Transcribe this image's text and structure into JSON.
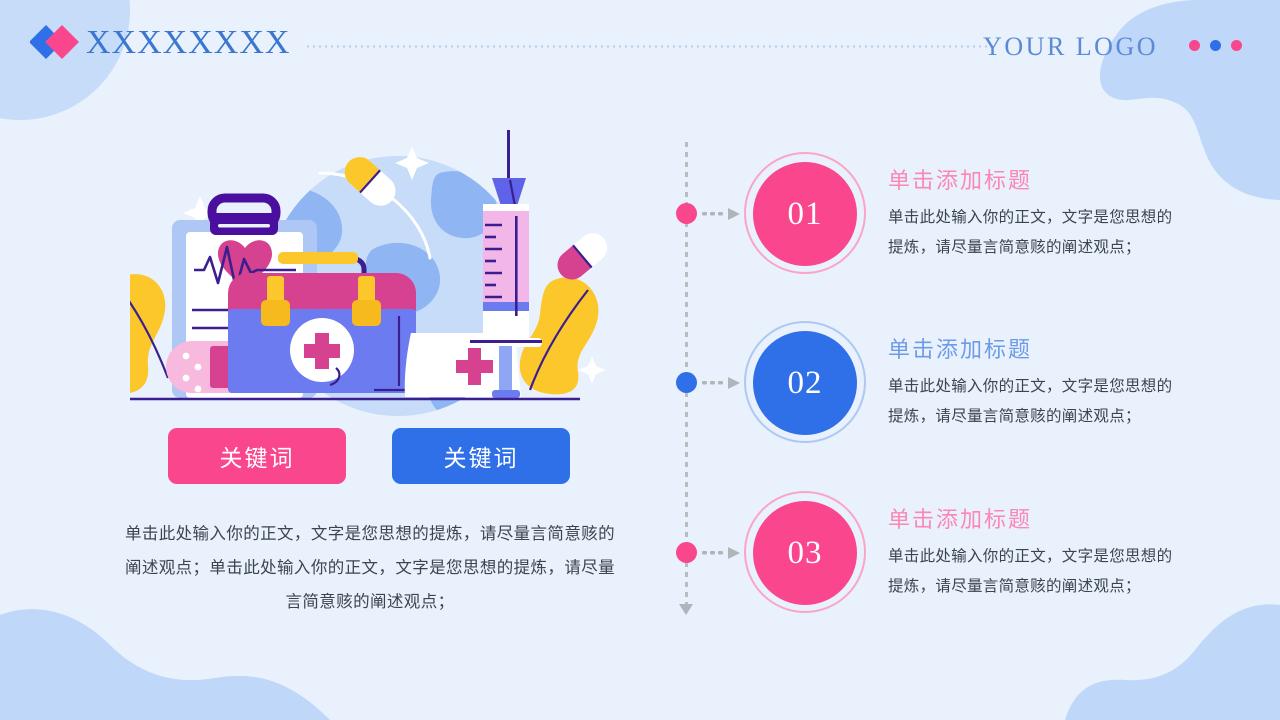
{
  "header": {
    "brand_title": "XXXXXXXX",
    "logo_text": "YOUR LOGO",
    "logo_mark_icon": "double-diamond-icon",
    "divider_icon": "dotted-line-divider",
    "dots": [
      {
        "name": "logo-dot-pink",
        "color": "#F9468C"
      },
      {
        "name": "logo-dot-blue",
        "color": "#2F6FE8"
      },
      {
        "name": "logo-dot-pink-2",
        "color": "#F9468C"
      }
    ]
  },
  "left": {
    "illustration_icon": "medical-kit-illustration",
    "keywords": [
      {
        "label": "关键词",
        "color": "#F9468C",
        "name": "keyword-button-pink"
      },
      {
        "label": "关键词",
        "color": "#2F6FE8",
        "name": "keyword-button-blue"
      }
    ],
    "body_text": "单击此处输入你的正文，文字是您思想的提炼，请尽量言简意赅的阐述观点；单击此处输入你的正文，文字是您思想的提炼，请尽量言简意赅的阐述观点；"
  },
  "timeline": {
    "line_color": "#B9BDC2",
    "items": [
      {
        "number": "01",
        "title": "单击添加标题",
        "desc": "单击此处输入你的正文，文字是您思想的提炼，请尽量言简意赅的阐述观点；",
        "color": "#F9468C",
        "ring_color": "#FBA5C6",
        "title_color": "#FB87B5"
      },
      {
        "number": "02",
        "title": "单击添加标题",
        "desc": "单击此处输入你的正文，文字是您思想的提炼，请尽量言简意赅的阐述观点；",
        "color": "#2F6FE8",
        "ring_color": "#AFC8F2",
        "title_color": "#6E9BE8"
      },
      {
        "number": "03",
        "title": "单击添加标题",
        "desc": "单击此处输入你的正文，文字是您思想的提炼，请尽量言简意赅的阐述观点；",
        "color": "#F9468C",
        "ring_color": "#FBA5C6",
        "title_color": "#FB87B5"
      }
    ]
  },
  "palette": {
    "background": "#E8F1FC",
    "blob": "#BFD7F8",
    "pink": "#F9468C",
    "blue": "#2F6FE8",
    "brand_blue": "#3B77D0"
  }
}
